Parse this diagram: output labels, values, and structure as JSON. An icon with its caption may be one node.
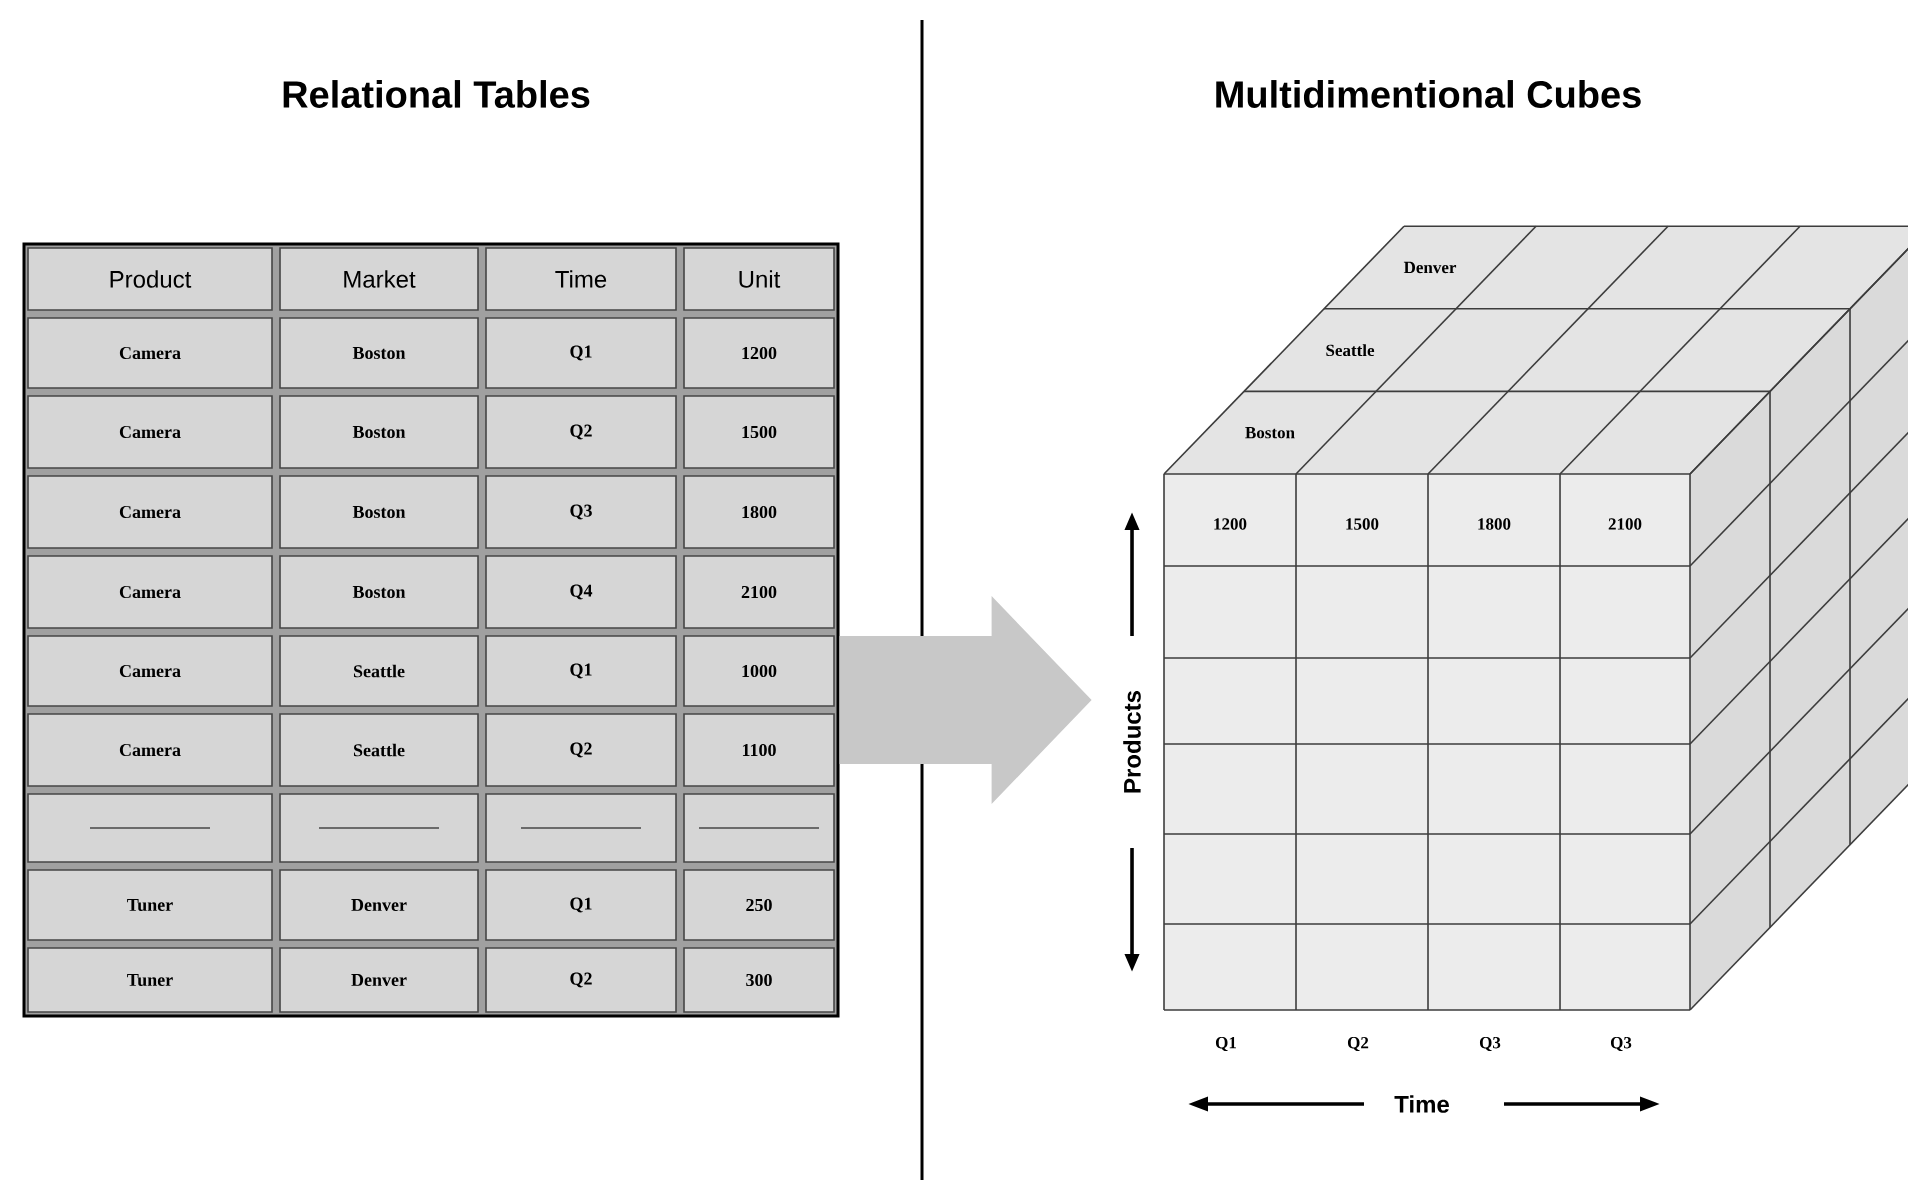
{
  "diagram": {
    "nodes": [
      {
        "text": [],
        "shape": "box"
      },
      {
        "text": [],
        "shape": "cube"
      }
    ],
    "edges": [
      {
        "from": 0,
        "to": 1,
        "arrow": "to",
        "style": "thick",
        "color": "#c8c8c8"
      }
    ],
    "labels": [
      "Relational Tables",
      "Multidimentional Cubes",
      "Product",
      "Market",
      "Time",
      "Unit",
      "Camera",
      "Boston",
      "Q1",
      "1200",
      "Camera",
      "Boston",
      "Q2",
      "1500",
      "Camera",
      "Boston",
      "Q3",
      "1800",
      "Camera",
      "Boston",
      "Q4",
      "2100",
      "Camera",
      "Seattle",
      "Q1",
      "1000",
      "Camera",
      "Seattle",
      "Q2",
      "1100",
      "Tuner",
      "Denver",
      "Q1",
      "250",
      "Tuner",
      "Denver",
      "Q2",
      "300",
      "Denver",
      "Seattle",
      "Boston",
      "1200",
      "1500",
      "1800",
      "2100",
      "Products",
      "Q1",
      "Q2",
      "Q3",
      "Q3",
      "Time"
    ]
  }
}
